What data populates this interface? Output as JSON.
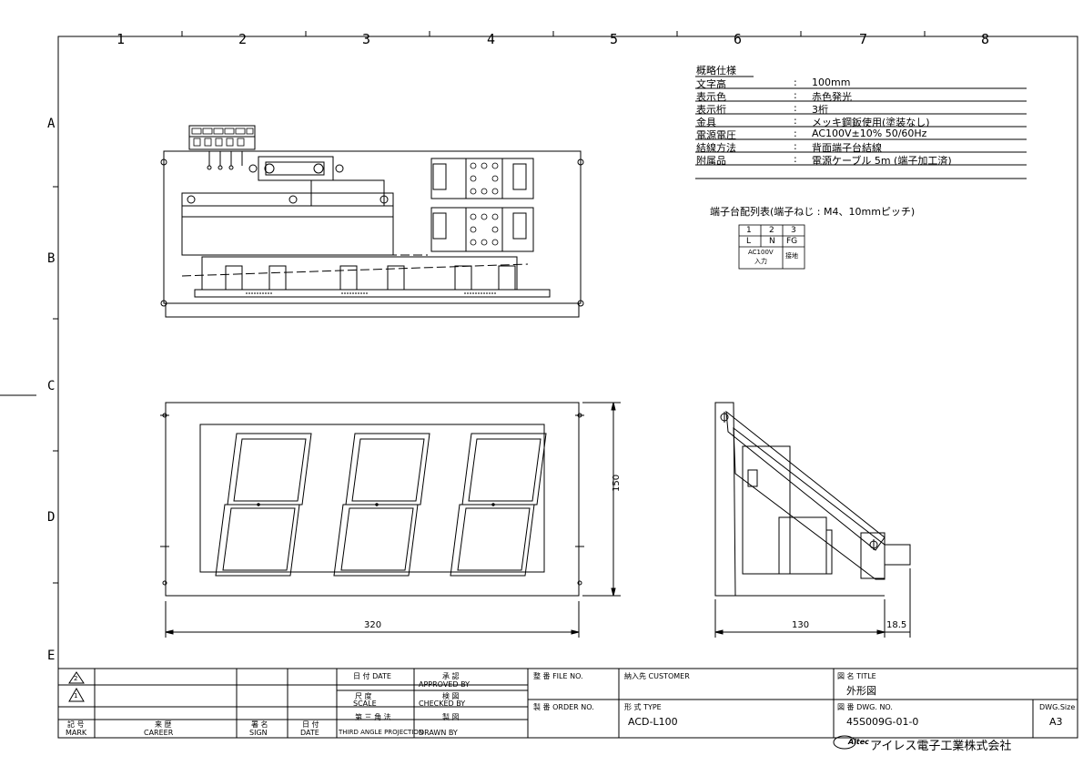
{
  "zones": {
    "columns": [
      "1",
      "2",
      "3",
      "4",
      "5",
      "6",
      "7",
      "8"
    ],
    "rows": [
      "A",
      "B",
      "C",
      "D",
      "E"
    ]
  },
  "spec": {
    "title": "概略仕様",
    "rows": [
      {
        "key": "文字高",
        "value": "100mm"
      },
      {
        "key": "表示色",
        "value": "赤色発光"
      },
      {
        "key": "表示桁",
        "value": "3桁"
      },
      {
        "key": "金具",
        "value": "メッキ鋼鈑使用(塗装なし)"
      },
      {
        "key": "電源電圧",
        "value": "AC100V±10% 50/60Hz"
      },
      {
        "key": "結線方法",
        "value": "背面端子台結線"
      },
      {
        "key": "附属品",
        "value": "電源ケーブル 5m (端子加工済)"
      }
    ],
    "separator": ":"
  },
  "terminal": {
    "caption": "端子台配列表(端子ねじ : M4、10mmピッチ)",
    "numbers": [
      "1",
      "2",
      "3"
    ],
    "labels": [
      "L",
      "N",
      "FG"
    ],
    "desc_input_line1": "AC100V",
    "desc_input_line2": "入力",
    "desc_ground": "接地"
  },
  "dimensions": {
    "front_width": "320",
    "front_height": "150",
    "side_depth": "130",
    "side_extra": "18.5"
  },
  "title_block": {
    "rev_mark_2": "2",
    "rev_mark_1": "1",
    "mark_jp": "記 号",
    "mark_en": "MARK",
    "career_jp": "来 歴",
    "career_en": "CAREER",
    "sign_jp": "署 名",
    "sign_en": "SIGN",
    "date_jp": "日 付",
    "date_en": "DATE",
    "date_hdr": "日 付  DATE",
    "scale_jp": "尺 度",
    "scale_en": "SCALE",
    "projection_jp": "第 三 角 法",
    "projection_en": "THIRD ANGLE PROJECTION",
    "approved_jp": "承 認",
    "approved_en": "APPROVED BY",
    "checked_jp": "検 図",
    "checked_en": "CHECKED BY",
    "drawn_jp": "製 図",
    "drawn_en": "DRAWN  BY",
    "file_no": "整 番 FILE NO.",
    "order_no": "製 番 ORDER NO.",
    "customer_label": "納入先 CUSTOMER",
    "type_label": "形 式 TYPE",
    "type_value": "ACD-L100",
    "title_label": "図 名 TITLE",
    "title_value": "外形図",
    "dwg_label": "図 番 DWG. NO.",
    "dwg_value": "45S009G-01-0",
    "size_label": "DWG.Size",
    "size_value": "A3"
  },
  "company": {
    "logo_text": "Aitec",
    "name": "アイレス電子工業株式会社"
  }
}
